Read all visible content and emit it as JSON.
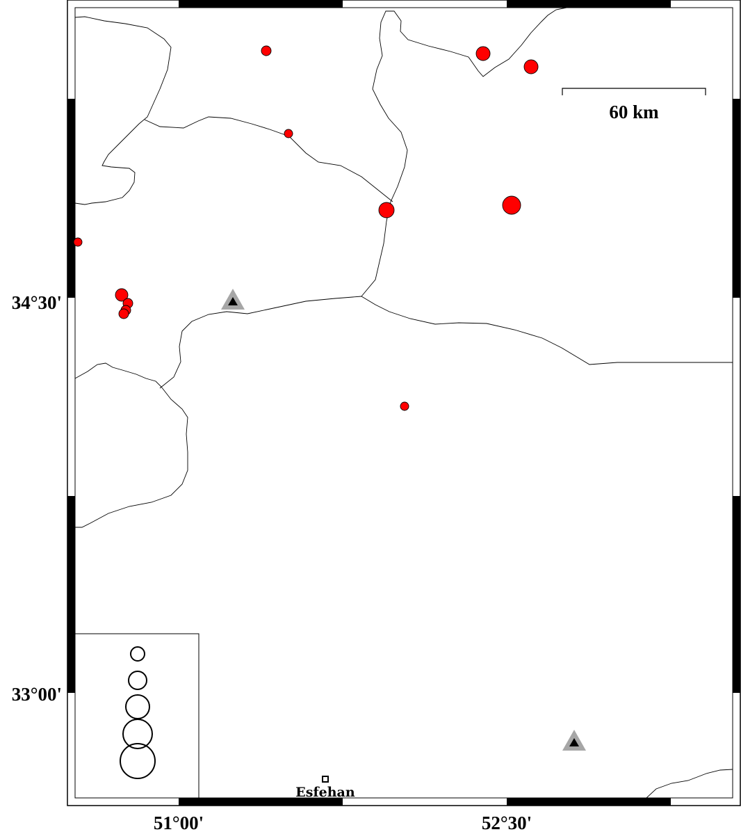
{
  "map": {
    "scale_bar": {
      "label": "60 km"
    },
    "lat_labels": [
      "34°30'",
      "33°00'"
    ],
    "lon_labels": [
      "51°00'",
      "52°30'"
    ],
    "city": {
      "name": "Esfehan"
    },
    "colors": {
      "event": "#ff0000",
      "station_outer": "#a6a6a6",
      "station_inner": "#000000",
      "border": "#000000",
      "frame": "#000000"
    },
    "events_count": 13,
    "stations_count": 2,
    "legend": {
      "symbol_count": 5
    }
  }
}
